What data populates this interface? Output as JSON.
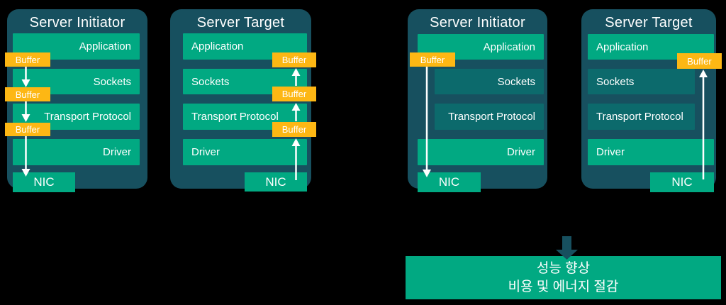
{
  "colors": {
    "background": "#000000",
    "panel_teal": "#17505f",
    "bright_green": "#01a982",
    "muted_teal": "#0c6a6c",
    "buffer_yellow": "#fdb714",
    "arrow_white": "#ffffff"
  },
  "panels": [
    {
      "title": "Server Initiator",
      "layers": [
        "Application",
        "Sockets",
        "Transport Protocol",
        "Driver"
      ],
      "nic_label": "NIC",
      "buffers": [
        "Buffer",
        "Buffer",
        "Buffer"
      ]
    },
    {
      "title": "Server Target",
      "layers": [
        "Application",
        "Sockets",
        "Transport Protocol",
        "Driver"
      ],
      "nic_label": "NIC",
      "buffers": [
        "Buffer",
        "Buffer",
        "Buffer"
      ]
    },
    {
      "title": "Server Initiator",
      "layers": [
        "Application",
        "Sockets",
        "Transport Protocol",
        "Driver"
      ],
      "nic_label": "NIC",
      "buffers": [
        "Buffer"
      ]
    },
    {
      "title": "Server Target",
      "layers": [
        "Application",
        "Sockets",
        "Transport Protocol",
        "Driver"
      ],
      "nic_label": "NIC",
      "buffers": [
        "Buffer"
      ]
    }
  ],
  "outcome": {
    "line1": "성능 향상",
    "line2": "비용 및 에너지 절감"
  }
}
